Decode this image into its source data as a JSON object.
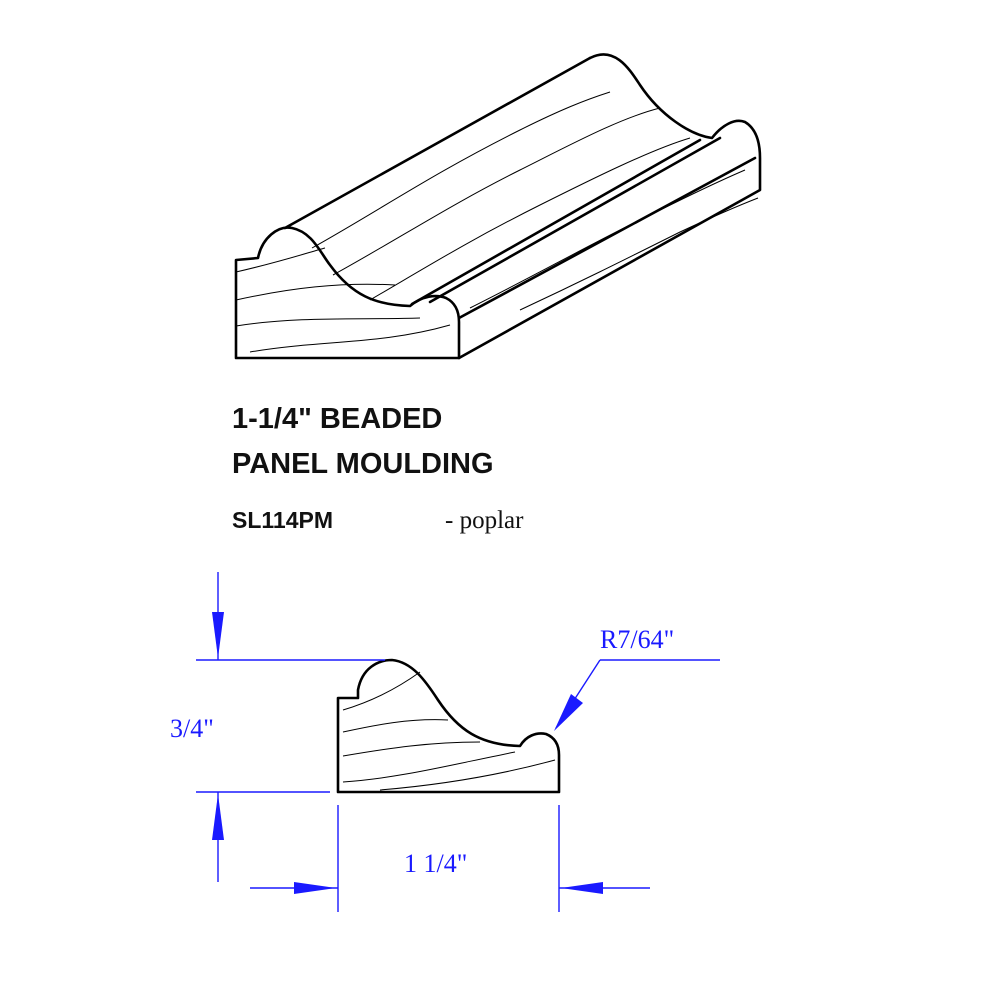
{
  "product": {
    "title_line1": "1-1/4\" BEADED",
    "title_line2": "PANEL MOULDING",
    "code": "SL114PM",
    "wood": "- poplar"
  },
  "dimensions": {
    "height": "3/4\"",
    "width": "1 1/4\"",
    "radius": "R7/64\""
  },
  "colors": {
    "dimension": "#1a1aff",
    "outline": "#000000"
  }
}
